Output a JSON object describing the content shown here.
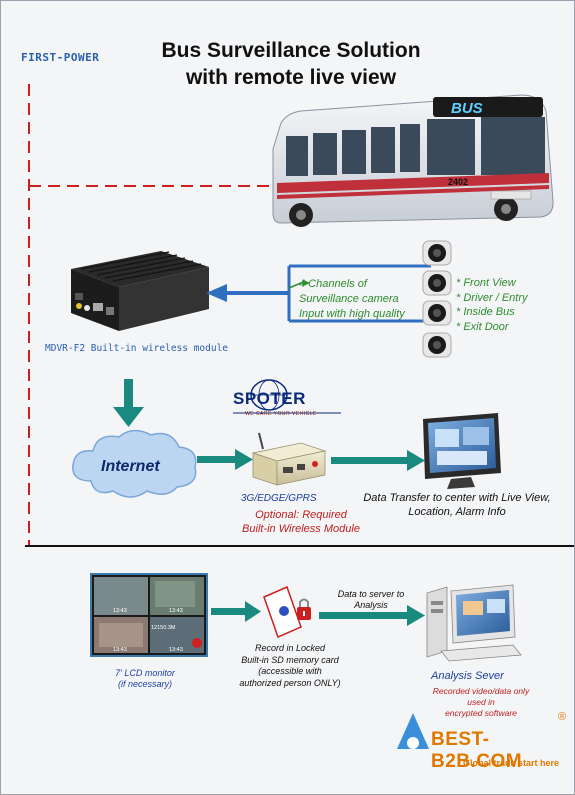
{
  "brand": "FIRST-POWER",
  "title": {
    "line1": "Bus Surveillance Solution",
    "line2": "with remote live view"
  },
  "bus": {
    "sign": "BUS",
    "number": "2402"
  },
  "camera_input": {
    "line1": "4 Channels of",
    "line2": "Surveillance camera",
    "line3": "Input with high quality"
  },
  "camera_views": [
    "* Front View",
    "* Driver / Entry",
    "* Inside Bus",
    "* Exit Door"
  ],
  "mdvr_label": "MDVR-F2 Built-in wireless module",
  "spoter": {
    "name": "SPOTER",
    "tagline": "WE CARE YOUR VEHICLE"
  },
  "internet_label": "Internet",
  "network": {
    "protocols": "3G/EDGE/GPRS",
    "optional_line1": "Optional: Required",
    "optional_line2": "Built-in Wireless Module"
  },
  "data_transfer": {
    "line1": "Data Transfer to center with Live View,",
    "line2": "Location, Alarm Info"
  },
  "lcd": {
    "line1": "7' LCD monitor",
    "line2": "(if necessary)",
    "timestamps": [
      "13:43",
      "13:43",
      "13:43",
      "13:43"
    ],
    "overlay": "12150.3M"
  },
  "record": {
    "line1": "Record in Locked",
    "line2": "Built-in SD memory card",
    "line3": "(accessible with",
    "line4": "authorized person ONLY)"
  },
  "to_server": {
    "line1": "Data to server to",
    "line2": "Analysis"
  },
  "analysis": {
    "title": "Analysis Sever",
    "line1": "Recorded video/data only",
    "line2": "used in",
    "line3": "encrypted software"
  },
  "watermark": {
    "name": "BEST-B2B.COM",
    "reg": "®",
    "slogan": "Global trade start here",
    "color": "#e07800"
  },
  "colors": {
    "dash_red": "#cc2020",
    "arrow_teal": "#1a8a80",
    "arrow_blue": "#2f6fc0",
    "cloud": "#bcd6f2",
    "accent_green": "#2e8b2e"
  }
}
